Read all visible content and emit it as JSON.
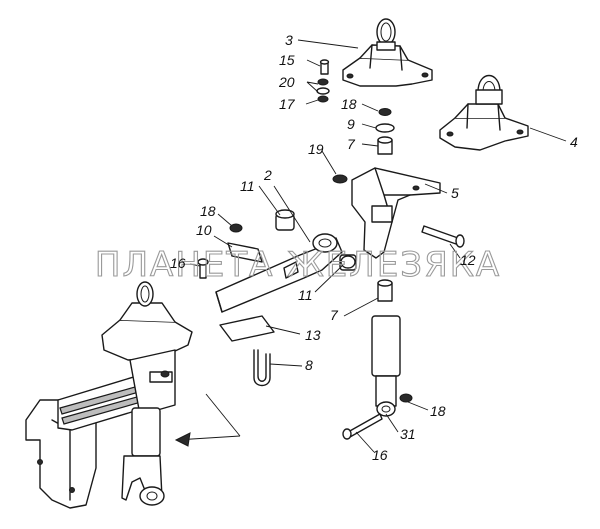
{
  "watermark": "ПЛАНЕТА ЖЕЛЕЗЯКА",
  "callouts": [
    {
      "id": "c3",
      "text": "3"
    },
    {
      "id": "c15",
      "text": "15"
    },
    {
      "id": "c20",
      "text": "20"
    },
    {
      "id": "c17",
      "text": "17"
    },
    {
      "id": "c18a",
      "text": "18"
    },
    {
      "id": "c9",
      "text": "9"
    },
    {
      "id": "c7a",
      "text": "7"
    },
    {
      "id": "c4",
      "text": "4"
    },
    {
      "id": "c19",
      "text": "19"
    },
    {
      "id": "c5",
      "text": "5"
    },
    {
      "id": "c2",
      "text": "2"
    },
    {
      "id": "c11a",
      "text": "11"
    },
    {
      "id": "c18b",
      "text": "18"
    },
    {
      "id": "c10",
      "text": "10"
    },
    {
      "id": "c16a",
      "text": "16"
    },
    {
      "id": "c12",
      "text": "12"
    },
    {
      "id": "c11b",
      "text": "11"
    },
    {
      "id": "c7b",
      "text": "7"
    },
    {
      "id": "c13",
      "text": "13"
    },
    {
      "id": "c8",
      "text": "8"
    },
    {
      "id": "c18c",
      "text": "18"
    },
    {
      "id": "c31",
      "text": "31"
    },
    {
      "id": "c16b",
      "text": "16"
    }
  ],
  "icons": {
    "direction_arrow": "arrow-icon"
  }
}
